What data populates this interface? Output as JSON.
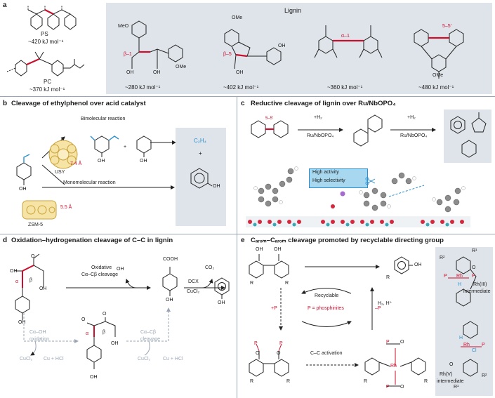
{
  "a": {
    "panel_label": "a",
    "lignin_title": "Lignin",
    "ps": {
      "name": "PS",
      "energy": "~420 kJ mol⁻¹"
    },
    "pc": {
      "name": "PC",
      "energy": "~370 kJ mol⁻¹"
    },
    "bonds": [
      {
        "label": "β–1",
        "energy": "~280 kJ mol⁻¹"
      },
      {
        "label": "β–5",
        "energy": "~402 kJ mol⁻¹"
      },
      {
        "label": "α–1",
        "energy": "~360 kJ mol⁻¹"
      },
      {
        "label": "5–5′",
        "energy": "~480 kJ mol⁻¹"
      }
    ],
    "substituents": {
      "ome": "OMe",
      "oh": "OH",
      "o": "O",
      "meo": "MeO"
    }
  },
  "b": {
    "panel_label": "b",
    "title": "Cleavage of ethylphenol over acid catalyst",
    "bimolecular": "Bimolecular reaction",
    "monomolecular": "Monomolecular reaction",
    "usy": "USY",
    "usy_size": "7.4 Å",
    "zsm": "ZSM-5",
    "zsm_size": "5.5 Å",
    "product_c2h4": "C₂H₄",
    "plus": "+",
    "oh": "OH"
  },
  "c": {
    "panel_label": "c",
    "title": "Reductive cleavage of lignin over Ru/NbOPO₄",
    "bond": "5–5′",
    "h2": "+H₂",
    "catalyst": "Ru/NbOPO₄",
    "callout_line1": "High activity",
    "callout_line2": "High selectivity"
  },
  "d": {
    "panel_label": "d",
    "title": "Oxidation–hydrogenation cleavage of C–C in lignin",
    "oxidative_line1": "Oxidative",
    "oxidative_line2": "Cα–Cβ cleavage",
    "dcx": "DCX",
    "cucl2": "CuCl₂",
    "co2": "CO₂",
    "cooh": "COOH",
    "oxidation_line1": "Cα–OH",
    "oxidation_line2": "oxidation",
    "cleavage_line1": "Cα–Cβ",
    "cleavage_line2": "cleavage",
    "cu_hcl": "Cu + HCl",
    "alpha": "α",
    "beta": "β",
    "oh": "OH",
    "o": "O"
  },
  "e": {
    "panel_label": "e",
    "title": "Cₐᵣₒₘ–Cₐᵣₒₘ cleavage promoted by recyclable directing group",
    "recyclable": "Recyclable",
    "p_phosphinites": "P = phosphinites",
    "plus_p": "+P",
    "minus_p": "–P",
    "h2h": "H₂, H⁺",
    "cc_activation": "C–C activation",
    "rh3": "Rh(III)",
    "rh5": "Rh(V)",
    "intermediate": "intermediate",
    "rh": "Rh",
    "cl": "Cl",
    "h": "H",
    "p": "P",
    "o": "O",
    "r": "R",
    "r1": "R¹",
    "r2": "R²",
    "oh": "OH"
  }
}
